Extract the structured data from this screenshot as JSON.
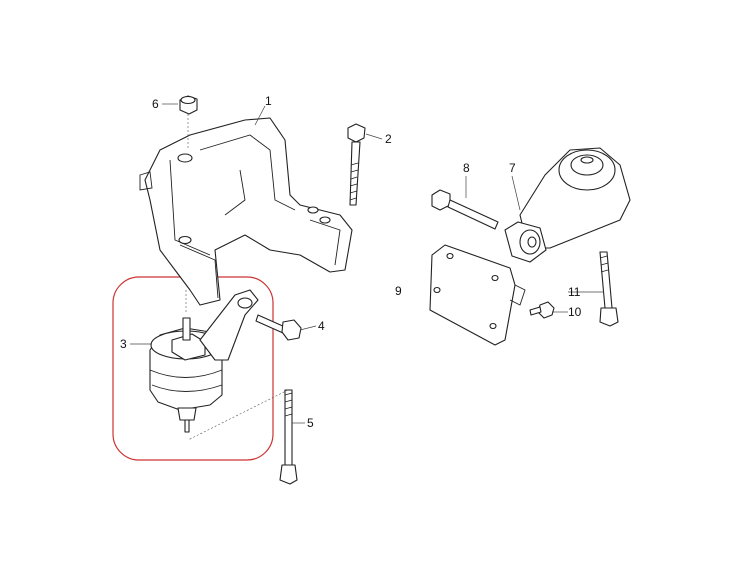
{
  "diagram": {
    "type": "exploded-parts-diagram",
    "labels": [
      "1",
      "2",
      "3",
      "4",
      "5",
      "6",
      "7",
      "8",
      "9",
      "10",
      "11"
    ],
    "highlight_color": "#cc3333",
    "highlighted_part": "3"
  }
}
